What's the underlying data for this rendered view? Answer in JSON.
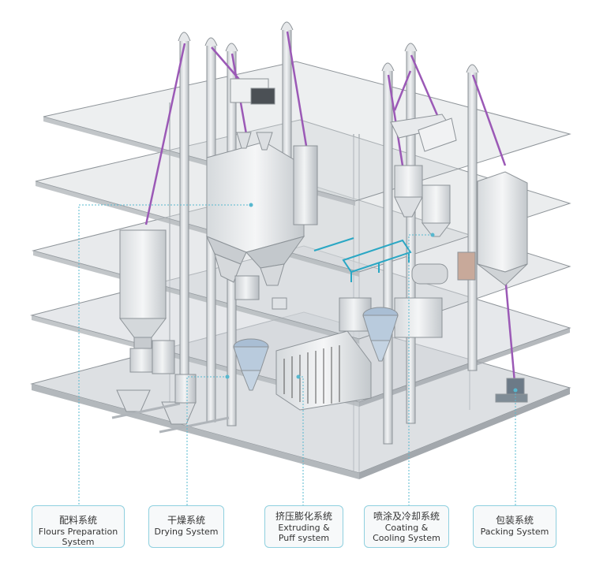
{
  "labels": [
    {
      "id": "flours",
      "cn": "配料系统",
      "en1": "Flours Preparation",
      "en2": "System"
    },
    {
      "id": "drying",
      "cn": "干燥系统",
      "en1": "Drying System",
      "en2": ""
    },
    {
      "id": "extruding",
      "cn": "挤压膨化系统",
      "en1": "Extruding &",
      "en2": "Puff system"
    },
    {
      "id": "coating",
      "cn": "喷涂及冷却系统",
      "en1": "Coating &",
      "en2": "Cooling System"
    },
    {
      "id": "packing",
      "cn": "包装系统",
      "en1": "Packing System",
      "en2": ""
    }
  ],
  "colors": {
    "floor": "#d2d6da",
    "floor_edge": "#8e9499",
    "steel": "#e4e7ea",
    "steel_dark": "#a7adb2",
    "conveyor": "#9b59b6",
    "leader": "#57b8cf",
    "cyan_frame": "#2aa7c4"
  }
}
